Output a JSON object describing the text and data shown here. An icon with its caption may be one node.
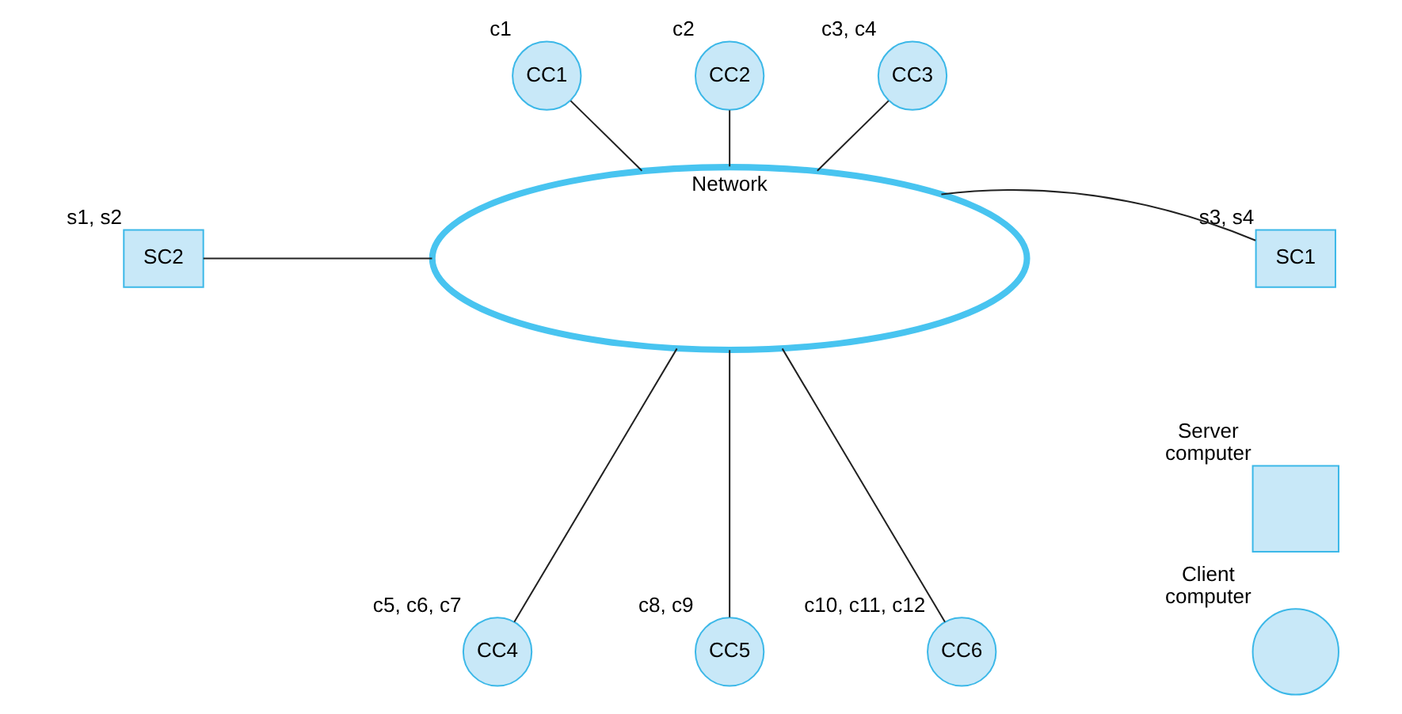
{
  "diagram": {
    "nodes": [
      {
        "text": [
          "CC1"
        ],
        "beside": [
          "c1"
        ]
      },
      {
        "text": [
          "CC2"
        ],
        "beside": [
          "c2"
        ]
      },
      {
        "text": [
          "CC3"
        ],
        "beside": [
          "c3, c4"
        ]
      },
      {
        "text": [
          "SC2"
        ],
        "beside": [
          "s1, s2"
        ]
      },
      {
        "text": [
          "Network"
        ]
      },
      {
        "text": [
          "SC1"
        ],
        "beside": [
          "s3, s4"
        ]
      },
      {
        "text": [
          "CC4"
        ],
        "beside": [
          "c5, c6, c7"
        ]
      },
      {
        "text": [
          "CC5"
        ],
        "beside": [
          "c8, c9"
        ]
      },
      {
        "text": [
          "CC6"
        ],
        "beside": [
          "c10, c11, c12"
        ]
      },
      {
        "text": [
          "Server computer"
        ]
      },
      {
        "text": [
          "Client computer"
        ]
      }
    ],
    "edges": [
      {
        "from": 0,
        "to": 4,
        "arrow": "none"
      },
      {
        "from": 1,
        "to": 4,
        "arrow": "none"
      },
      {
        "from": 2,
        "to": 4,
        "arrow": "none"
      },
      {
        "from": 3,
        "to": 4,
        "arrow": "none"
      },
      {
        "from": 5,
        "to": 4,
        "arrow": "none"
      },
      {
        "from": 6,
        "to": 4,
        "arrow": "none"
      },
      {
        "from": 7,
        "to": 4,
        "arrow": "none"
      },
      {
        "from": 8,
        "to": 4,
        "arrow": "none"
      }
    ]
  }
}
